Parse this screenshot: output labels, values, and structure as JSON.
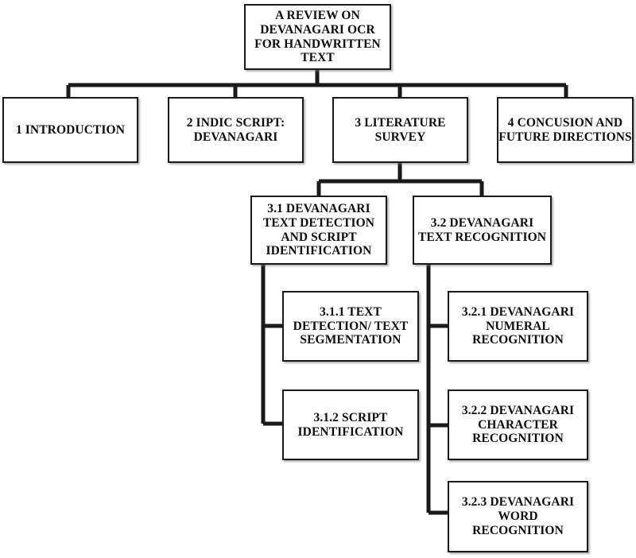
{
  "diagram": {
    "type": "hierarchy-tree",
    "title": "A REVIEW ON DEVANAGARI OCR FOR HANDWRITTEN TEXT",
    "line_color": "#1a1a1a",
    "box_fill": "#ffffff",
    "text_color": "#0d0d0d",
    "nodes": {
      "root": {
        "label": "A REVIEW ON\nDEVANAGARI OCR\nFOR HANDWRITTEN\nTEXT"
      },
      "sec1": {
        "label": "1 INTRODUCTION"
      },
      "sec2": {
        "label": "2 INDIC SCRIPT:\nDEVANAGARI"
      },
      "sec3": {
        "label": "3 LITERATURE\nSURVEY"
      },
      "sec4": {
        "label": "4 CONCUSION AND\nFUTURE DIRECTIONS"
      },
      "sec31": {
        "label": "3.1 DEVANAGARI\nTEXT DETECTION\nAND SCRIPT\nIDENTIFICATION"
      },
      "sec32": {
        "label": "3.2 DEVANAGARI\nTEXT RECOGNITION"
      },
      "sec311": {
        "label": "3.1.1 TEXT\nDETECTION/ TEXT\nSEGMENTATION"
      },
      "sec312": {
        "label": "3.1.2 SCRIPT\nIDENTIFICATION"
      },
      "sec321": {
        "label": "3.2.1 DEVANAGARI\nNUMERAL\nRECOGNITION"
      },
      "sec322": {
        "label": "3.2.2 DEVANAGARI\nCHARACTER\nRECOGNITION"
      },
      "sec323": {
        "label": "3.2.3 DEVANAGARI\nWORD\nRECOGNITION"
      }
    }
  }
}
